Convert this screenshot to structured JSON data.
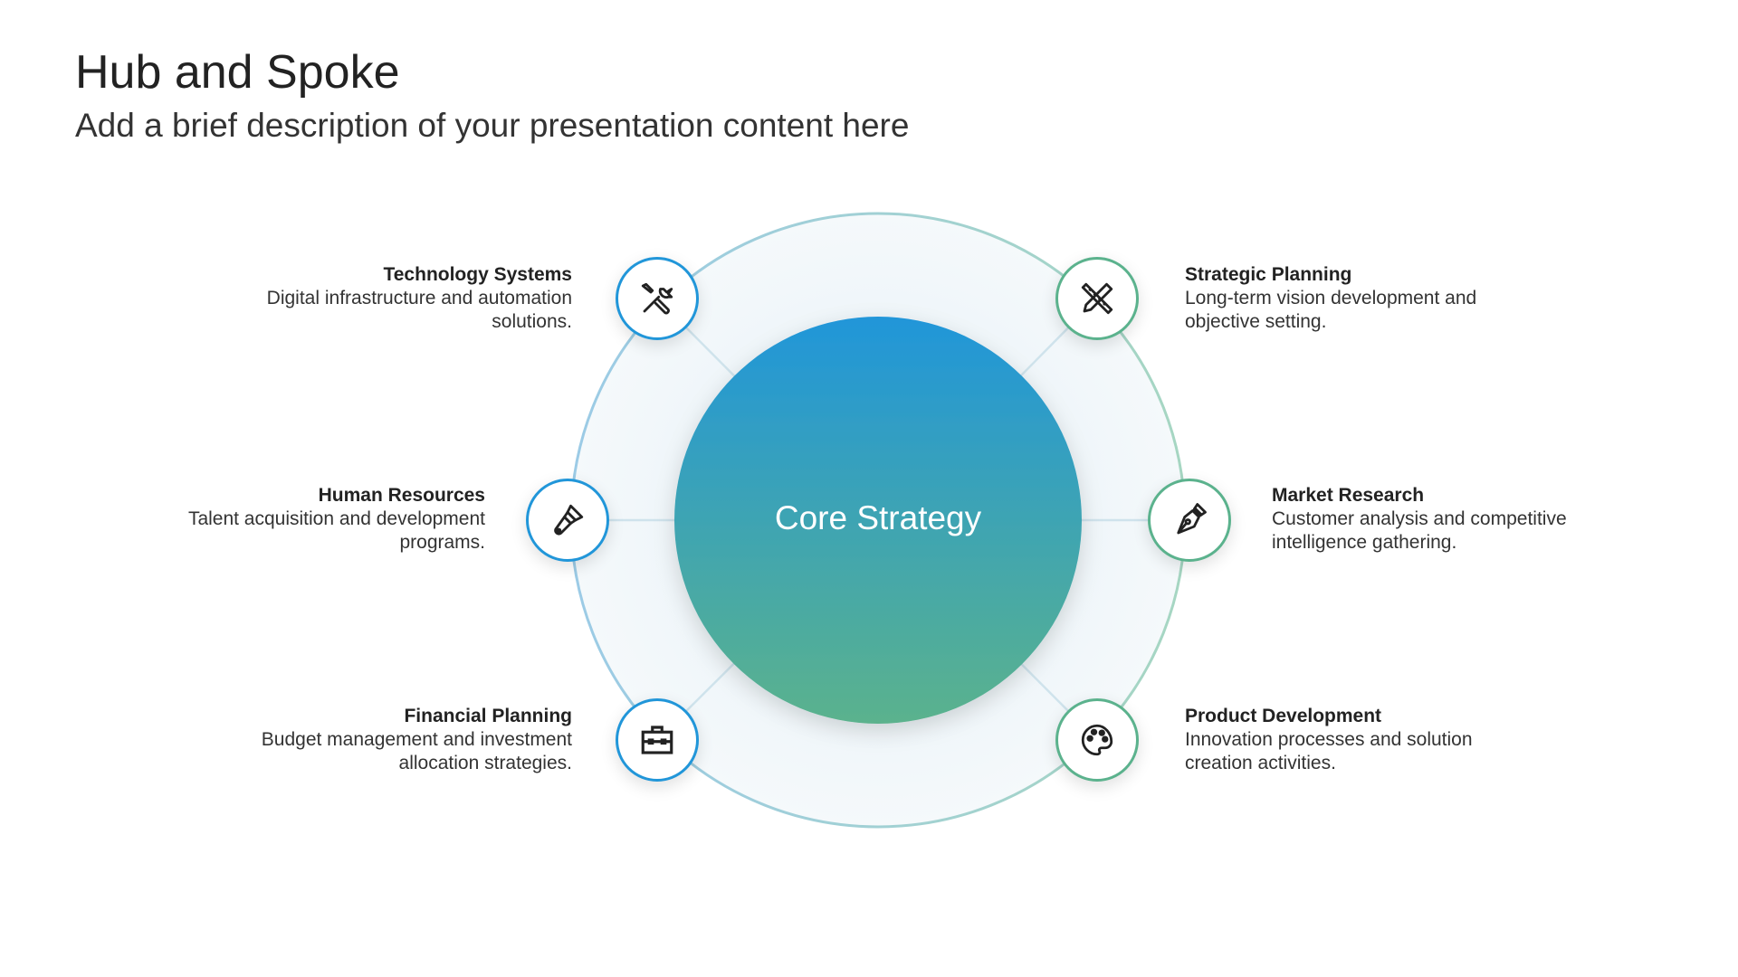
{
  "header": {
    "title": "Hub and Spoke",
    "subtitle": "Add a brief description of your presentation content here"
  },
  "hub": {
    "label": "Core Strategy"
  },
  "colors": {
    "blue": "#2196d9",
    "green": "#5bb28d"
  },
  "spokes": [
    {
      "title": "Technology Systems",
      "description": "Digital infrastructure and automation solutions.",
      "icon": "tools-icon"
    },
    {
      "title": "Human Resources",
      "description": "Talent acquisition and development programs.",
      "icon": "paintbrush-icon"
    },
    {
      "title": "Financial Planning",
      "description": "Budget management and investment allocation strategies.",
      "icon": "toolbox-icon"
    },
    {
      "title": "Strategic Planning",
      "description": "Long-term vision development and objective setting.",
      "icon": "pencil-ruler-icon"
    },
    {
      "title": "Market Research",
      "description": "Customer analysis and competitive intelligence gathering.",
      "icon": "pen-nib-icon"
    },
    {
      "title": "Product Development",
      "description": "Innovation processes and solution creation activities.",
      "icon": "palette-icon"
    }
  ]
}
